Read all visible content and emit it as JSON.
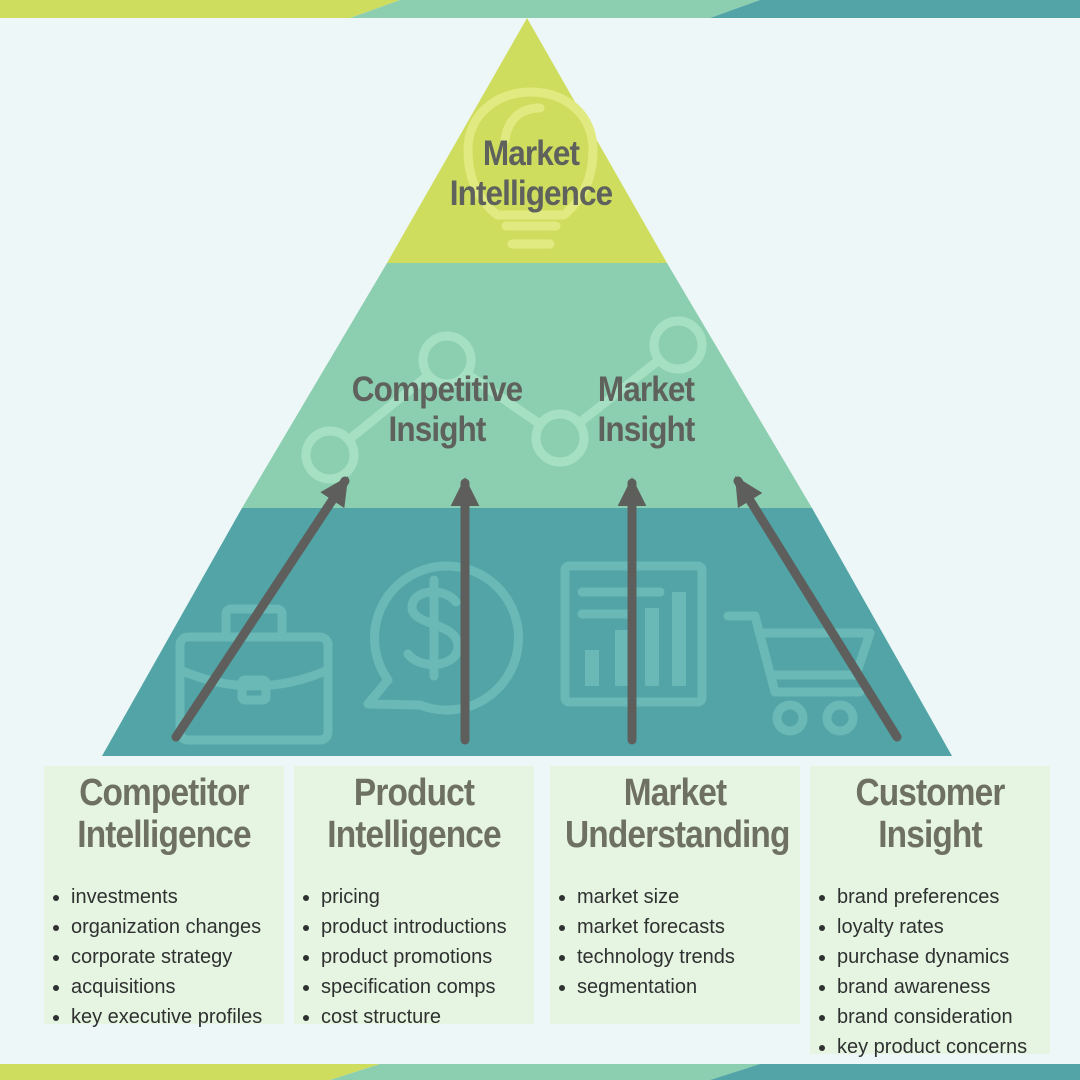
{
  "colors": {
    "background": "#eef7f7",
    "top_tier": "#cfdd5e",
    "middle_tier": "#8ccfb0",
    "bottom_tier": "#52a4a6",
    "arrow": "#5e5f5d",
    "card_background": "#e6f4e2",
    "tier_text": "#5f615d",
    "card_title_text": "#6e7162",
    "bullet_text": "#2e3130"
  },
  "pyramid": {
    "top": {
      "line1": "Market",
      "line2": "Intelligence",
      "icon": "lightbulb-icon"
    },
    "middle": [
      {
        "line1": "Competitive",
        "line2": "Insight"
      },
      {
        "line1": "Market",
        "line2": "Insight"
      }
    ],
    "middle_icon": "line-graph-icon",
    "bottom_icons": [
      "briefcase-icon",
      "dollar-chat-icon",
      "bar-report-icon",
      "shopping-cart-icon"
    ]
  },
  "sources": [
    {
      "title_line1": "Competitor",
      "title_line2": "Intelligence",
      "items": [
        "investments",
        "organization changes",
        "corporate strategy",
        "acquisitions",
        "key executive profiles"
      ]
    },
    {
      "title_line1": "Product",
      "title_line2": "Intelligence",
      "items": [
        "pricing",
        "product introductions",
        "product promotions",
        "specification comps",
        "cost structure"
      ]
    },
    {
      "title_line1": "Market",
      "title_line2": "Understanding",
      "items": [
        "market size",
        "market forecasts",
        "technology trends",
        "segmentation"
      ]
    },
    {
      "title_line1": "Customer",
      "title_line2": "Insight",
      "items": [
        "brand preferences",
        "loyalty rates",
        "purchase dynamics",
        "brand awareness",
        "brand consideration",
        "key product concerns"
      ]
    }
  ]
}
